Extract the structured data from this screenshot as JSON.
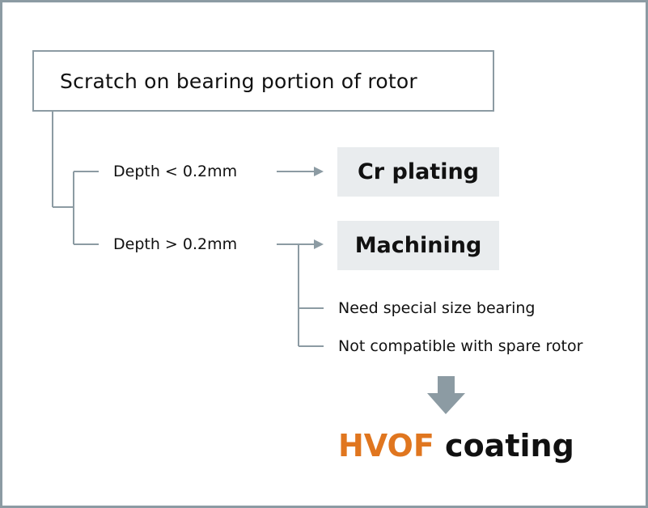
{
  "root": {
    "label": "Scratch on bearing portion of rotor"
  },
  "branches": [
    {
      "condition": "Depth < 0.2mm",
      "result": "Cr plating"
    },
    {
      "condition": "Depth > 0.2mm",
      "result": "Machining"
    }
  ],
  "notes": [
    "Need special size bearing",
    "Not compatible with spare rotor"
  ],
  "conclusion": {
    "highlight": "HVOF",
    "rest": "coating"
  },
  "colors": {
    "line": "#8c9ba3",
    "arrow_fill": "#8c9ba3",
    "result_bg": "#e9ecee",
    "highlight": "#e0761f"
  }
}
